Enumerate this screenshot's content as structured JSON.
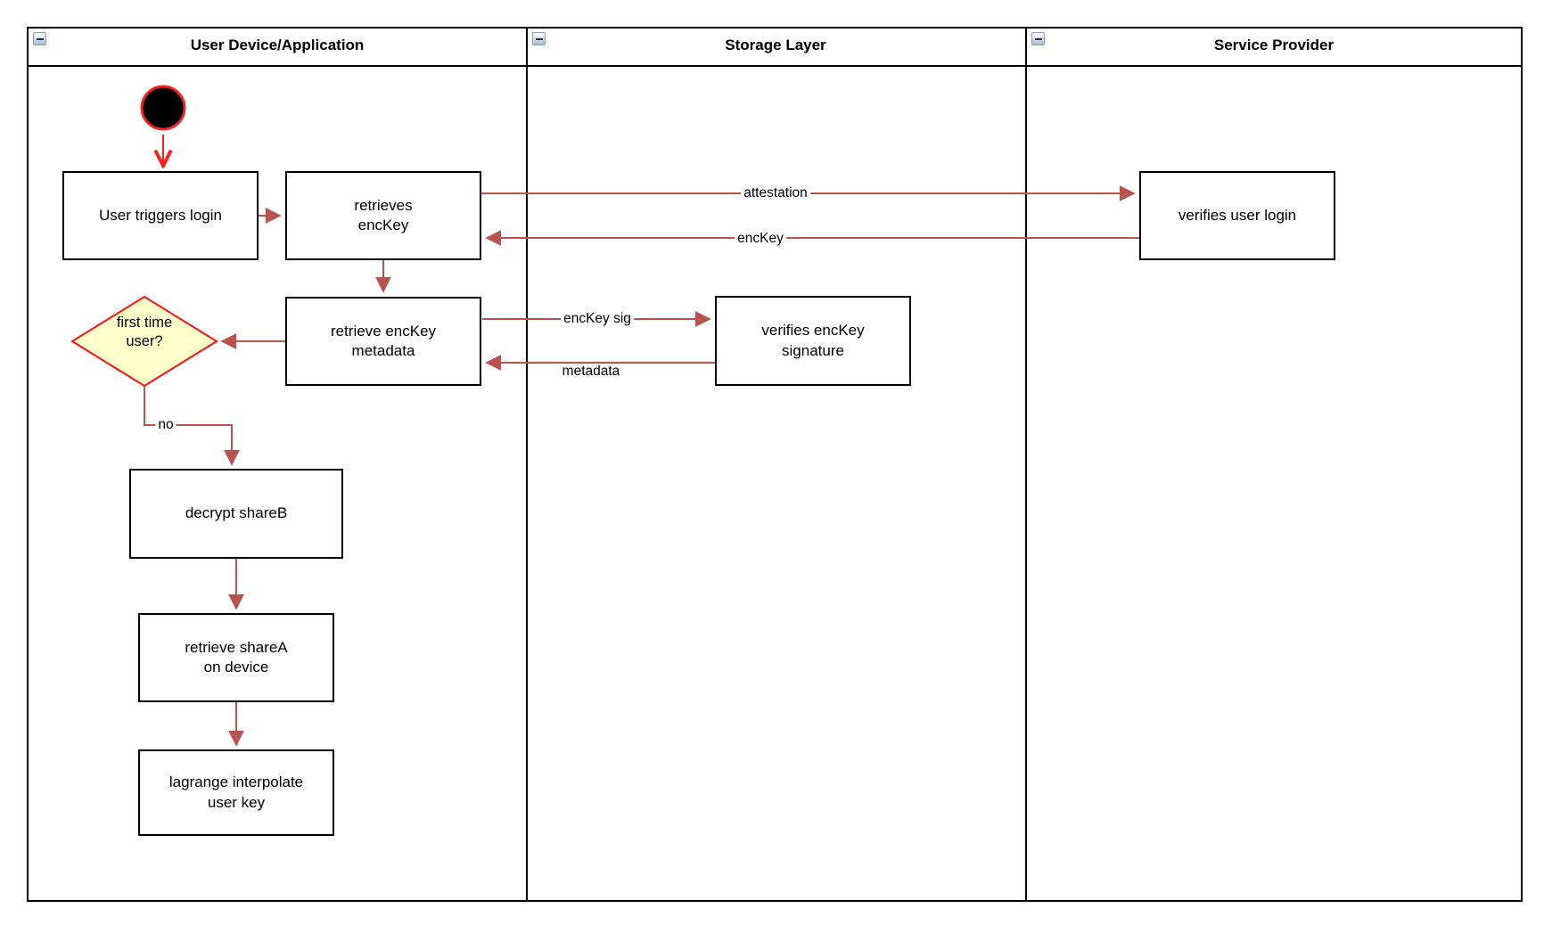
{
  "diagram": {
    "type": "uml-activity-swimlane"
  },
  "colors": {
    "lane_border": "#000000",
    "node_border": "#000000",
    "node_fill": "#ffffff",
    "arrow_red": "#b85450",
    "start_red": "#f5231b",
    "decision_border": "#ff0f0f",
    "decision_fill": "#ffffcc",
    "collapse_border": "#8b9cb3"
  },
  "lanes": [
    {
      "title": "User Device/Application",
      "collapse_icon": "minus"
    },
    {
      "title": "Storage Layer",
      "collapse_icon": "minus"
    },
    {
      "title": "Service Provider",
      "collapse_icon": "minus"
    }
  ],
  "nodes": {
    "start": {
      "type": "initial-node"
    },
    "user_triggers_login": {
      "label": "User triggers login"
    },
    "retrieves_enckey": {
      "label": "retrieves\nencKey"
    },
    "verifies_user_login": {
      "label": "verifies user login"
    },
    "retrieve_enckey_metadata": {
      "label": "retrieve encKey\nmetadata"
    },
    "first_time_user": {
      "label": "first time\nuser?"
    },
    "verifies_enckey_signature": {
      "label": "verifies encKey\nsignature"
    },
    "decrypt_shareb": {
      "label": "decrypt shareB"
    },
    "retrieve_sharea": {
      "label": "retrieve shareA\non device"
    },
    "lagrange_interpolate": {
      "label": "lagrange interpolate\nuser key"
    }
  },
  "edge_labels": {
    "attestation": "attestation",
    "enckey": "encKey",
    "enckey_sig": "encKey sig",
    "metadata": "metadata",
    "no": "no"
  }
}
